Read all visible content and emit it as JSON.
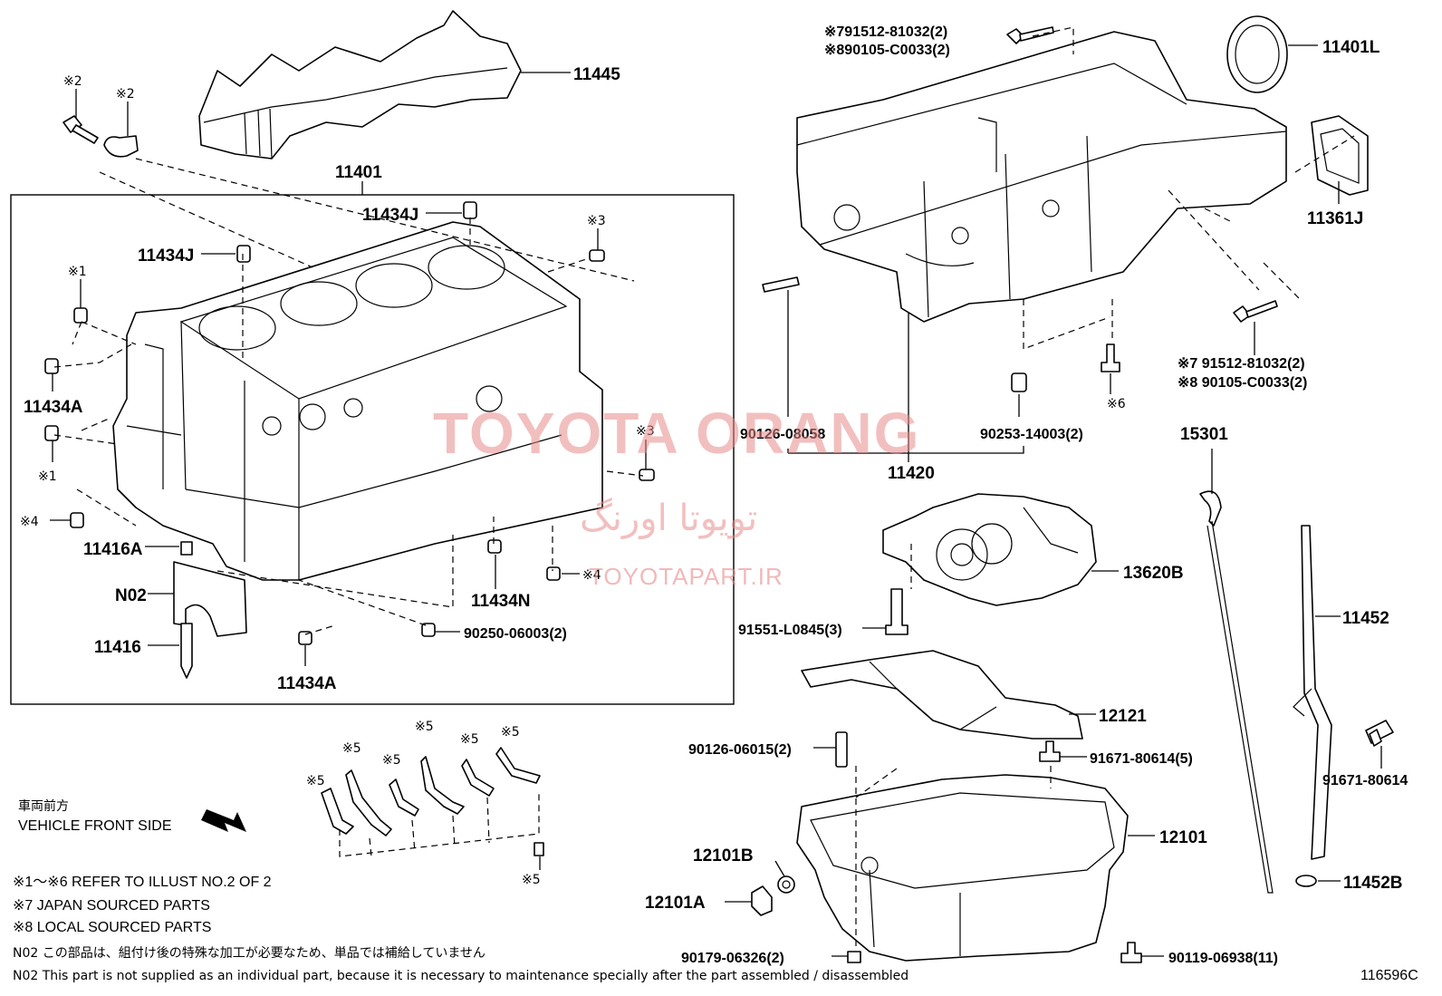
{
  "diagram_id": "116596C",
  "labels": {
    "p11445": "11445",
    "p11401": "11401",
    "p11434J_a": "11434J",
    "p11434J_b": "11434J",
    "p11434A_a": "11434A",
    "p11434A_b": "11434A",
    "p11416A": "11416A",
    "pN02": "N02",
    "p11416": "11416",
    "p11434N": "11434N",
    "p90250": "90250-06003(2)",
    "p11401L": "11401L",
    "p11361J": "11361J",
    "p90126_08058": "90126-08058",
    "p11420": "11420",
    "p90253": "90253-14003(2)",
    "p15301": "15301",
    "p13620B": "13620B",
    "p91551": "91551-L0845(3)",
    "p11452": "11452",
    "p12121": "12121",
    "p90126_06015": "90126-06015(2)",
    "p91671_80614_5": "91671-80614(5)",
    "p91671_80614": "91671-80614",
    "p12101": "12101",
    "p12101B": "12101B",
    "p12101A": "12101A",
    "p11452B": "11452B",
    "p90179": "90179-06326(2)",
    "p90119": "90119-06938(11)",
    "top_bolt_1": "※791512-81032(2)",
    "top_bolt_2": "※890105-C0033(2)",
    "right_bolt_1": "※7 91512-81032(2)",
    "right_bolt_2": "※8 90105-C0033(2)"
  },
  "marks": {
    "m2a": "※2",
    "m2b": "※2",
    "m1a": "※1",
    "m1b": "※1",
    "m3a": "※3",
    "m3b": "※3",
    "m4a": "※4",
    "m4b": "※4",
    "m6": "※6",
    "m5a": "※5",
    "m5b": "※5",
    "m5c": "※5",
    "m5d": "※5",
    "m5e": "※5",
    "m5f": "※5",
    "m5g": "※5"
  },
  "legend": {
    "front_jp": "車両前方",
    "front_en": "VEHICLE FRONT SIDE",
    "note_1_6": "※1～※6  REFER TO ILLUST NO.2 OF 2",
    "note_7": "※7 JAPAN SOURCED PARTS",
    "note_8": "※8 LOCAL SOURCED PARTS",
    "n02_jp": "N02  この部品は、組付け後の特殊な加工が必要なため、単品では補給していません",
    "n02_en": "N02  This part is not supplied as an individual part, because it is necessary to maintenance specially after the part assembled / disassembled"
  },
  "watermark": {
    "brand": "TOYOTA ORANG",
    "persian": "تویوتا اورنگ",
    "site": "TOYOTAPART.IR",
    "color": "#e88b8b"
  }
}
